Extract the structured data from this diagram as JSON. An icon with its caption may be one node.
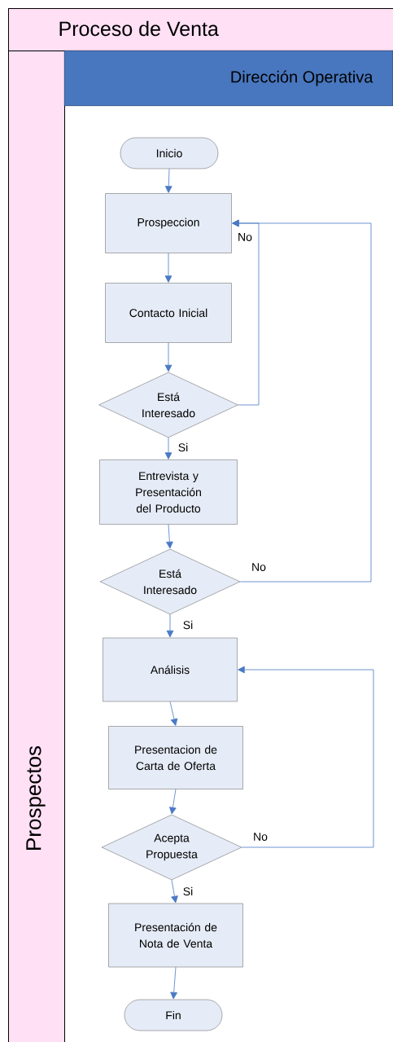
{
  "diagram": {
    "nodes": [
      {
        "text": [
          "Proceso de Venta"
        ]
      },
      {
        "text": [
          "Prospectos"
        ]
      },
      {
        "text": [
          "Dirección Operativa"
        ]
      },
      {
        "text": [
          "Inicio"
        ],
        "in": 2
      },
      {
        "text": [
          "Prospeccion"
        ],
        "in": 2
      },
      {
        "text": [
          "Contacto Inicial"
        ],
        "in": 2
      },
      {
        "text": [
          "Está Interesado"
        ],
        "in": 2
      },
      {
        "text": [
          "Entrevista y Presentación del Producto"
        ],
        "in": 2
      },
      {
        "text": [
          "Está Interesado"
        ],
        "in": 2
      },
      {
        "text": [
          "Análisis"
        ],
        "in": 2
      },
      {
        "text": [
          "Presentacion de Carta de Oferta"
        ],
        "in": 2
      },
      {
        "text": [
          "Acepta Propuesta"
        ],
        "in": 2
      },
      {
        "text": [
          "Presentación de Nota de Venta"
        ],
        "in": 2
      },
      {
        "text": [
          "Fin"
        ],
        "in": 2
      }
    ],
    "edges": [
      {
        "from": 3,
        "to": 4,
        "arrow": "to"
      },
      {
        "from": 4,
        "to": 5,
        "arrow": "to"
      },
      {
        "from": 5,
        "to": 6,
        "arrow": "to"
      },
      {
        "from": 6,
        "to": 7,
        "arrow": "to",
        "label": "Si"
      },
      {
        "from": 6,
        "to": 4,
        "arrow": "to",
        "label": "No"
      },
      {
        "from": 7,
        "to": 8,
        "arrow": "to"
      },
      {
        "from": 8,
        "to": 9,
        "arrow": "to",
        "label": "Si"
      },
      {
        "from": 8,
        "to": 4,
        "arrow": "to",
        "label": "No"
      },
      {
        "from": 9,
        "to": 10,
        "arrow": "to"
      },
      {
        "from": 10,
        "to": 11,
        "arrow": "to"
      },
      {
        "from": 11,
        "to": 12,
        "arrow": "to",
        "label": "Si"
      },
      {
        "from": 11,
        "to": 9,
        "arrow": "to",
        "label": "No"
      },
      {
        "from": 12,
        "to": 13,
        "arrow": "to"
      }
    ]
  }
}
